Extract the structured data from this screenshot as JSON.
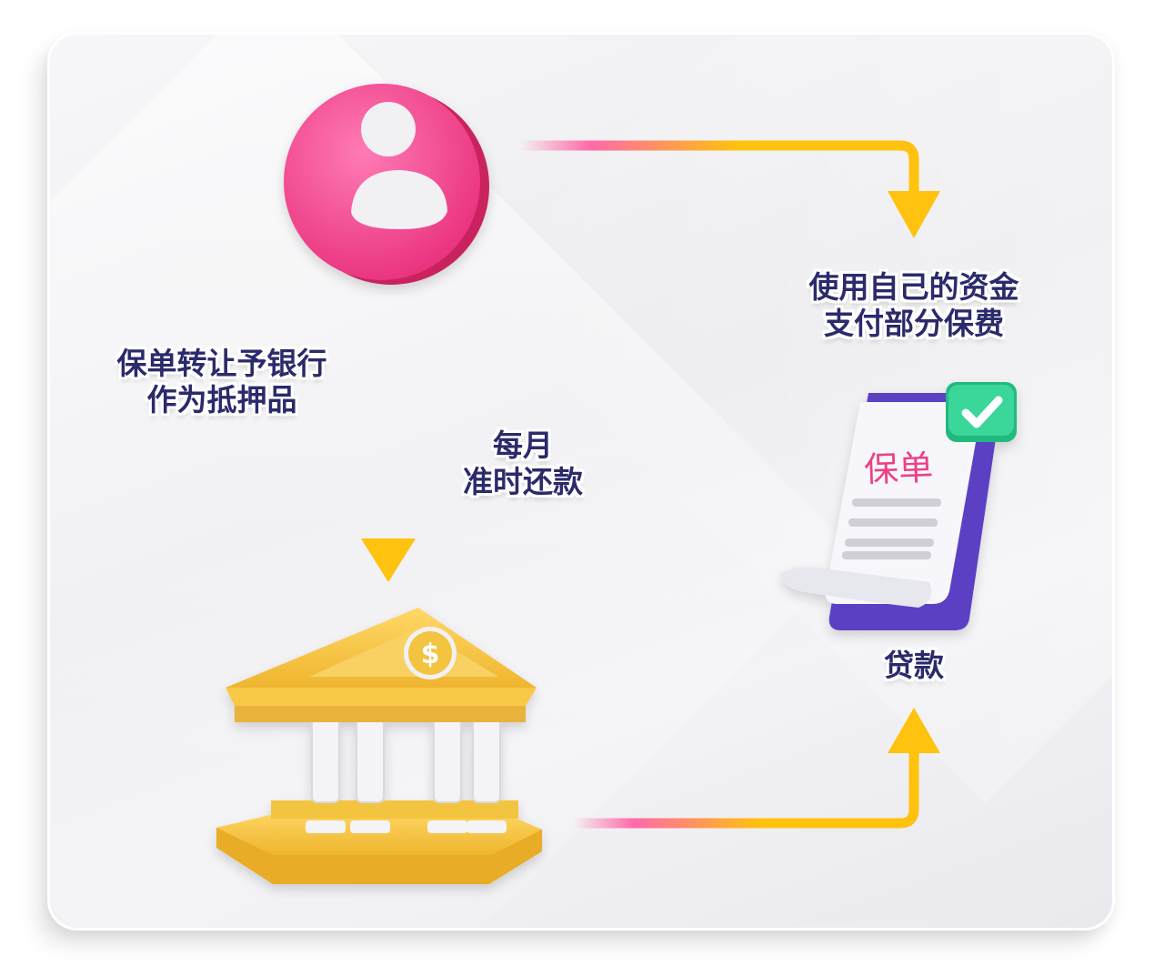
{
  "labels": {
    "transfer": [
      "保单转让予银行",
      "作为抵押品"
    ],
    "repay": [
      "每月",
      "准时还款"
    ],
    "self_pay": [
      "使用自己的资金",
      "支付部分保费"
    ],
    "loan": "贷款"
  },
  "policy_doc": {
    "title": "保单"
  },
  "colors": {
    "arrow": "#ffc20e",
    "arrow_start": "#ff5fa2",
    "person_circle": "#f2428c",
    "bank": "#f5c548",
    "label_text": "#2b2a6b",
    "doc_back": "#5b3fc4",
    "check_badge": "#2fcf8f",
    "policy_title": "#ee3f87"
  },
  "icons": {
    "person": "person-icon",
    "bank": "bank-icon",
    "dollar": "dollar-icon",
    "policy": "policy-document-icon",
    "check": "check-icon"
  }
}
